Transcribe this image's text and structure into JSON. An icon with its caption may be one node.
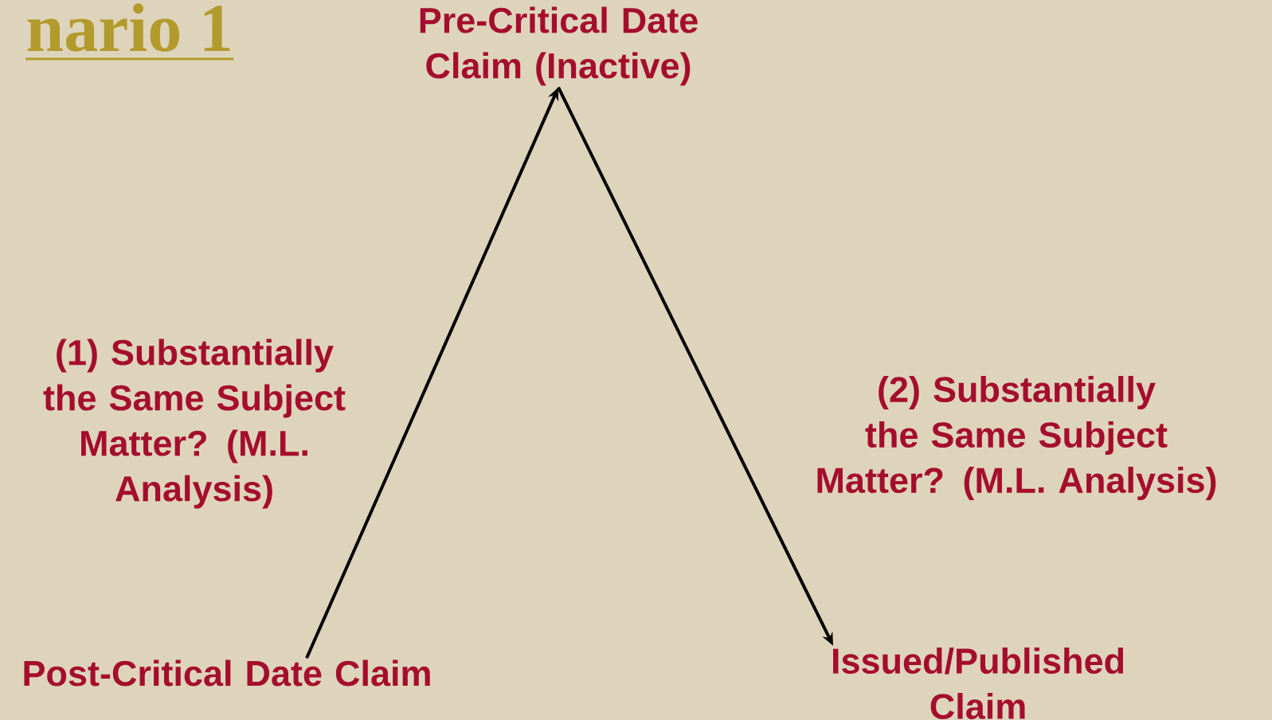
{
  "diagram": {
    "title": "nario 1",
    "nodes": [
      {
        "text": [
          "Pre-Critical Date Claim (Inactive)"
        ]
      },
      {
        "text": [
          "Post-Critical Date Claim"
        ]
      },
      {
        "text": [
          "Issued/Published Claim"
        ]
      }
    ],
    "edges": [
      {
        "from": 1,
        "to": 0,
        "arrow": "to",
        "label": "(1) Substantially the Same Subject Matter? (M.L. Analysis)"
      },
      {
        "from": 0,
        "to": 2,
        "arrow": "to",
        "label": "(2) Substantially the Same Subject Matter? (M.L. Analysis)"
      }
    ]
  }
}
